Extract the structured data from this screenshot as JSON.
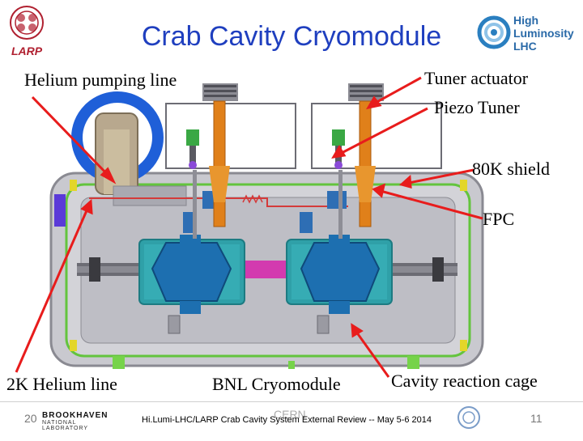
{
  "slide": {
    "title": "Crab Cavity Cryomodule",
    "logos": {
      "left_text": "LARP",
      "right_line1": "High",
      "right_line2": "Luminosity",
      "right_line3": "LHC",
      "bottom_line1": "BROOKHAVEN",
      "bottom_line2": "NATIONAL LABORATORY"
    }
  },
  "labels": {
    "helium_pumping_line": "Helium pumping line",
    "tuner_actuator": "Tuner actuator",
    "piezo_tuner": "Piezo Tuner",
    "shield_80k": "80K shield",
    "fpc": "FPC",
    "helium_line_2k": "2K  Helium line",
    "bnl_cryomodule": "BNL Cryomodule",
    "cavity_reaction_cage": "Cavity reaction cage"
  },
  "footer": {
    "year": "20",
    "center_text": "Hi.Lumi-LHC/LARP Crab Cavity System External Review -- May 5-6 2014",
    "cern_overlay": "CERN",
    "page_number": "11"
  },
  "colors": {
    "title": "#1f3fbf",
    "arrow": "#e81c1c",
    "vessel": "#c9c9cf",
    "cavity": "#1d6fb0",
    "cage": "#2fa0a8",
    "tuner": "#e0801a",
    "flange": "#d33aaf"
  }
}
